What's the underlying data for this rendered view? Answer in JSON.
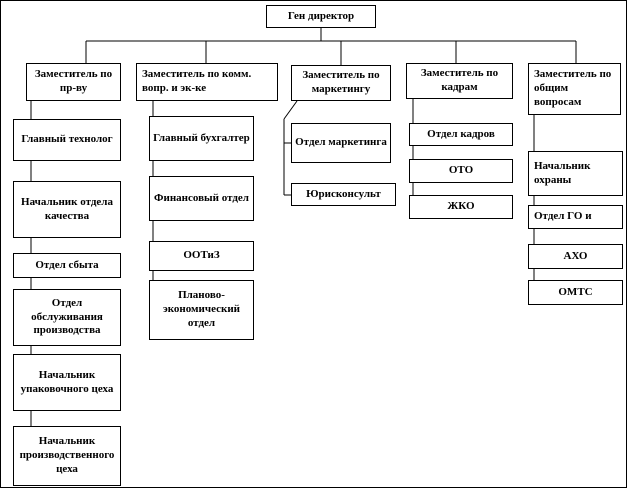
{
  "colors": {
    "background": "#ffffff",
    "box_fill": "#ffffff",
    "box_border": "#000000",
    "line_color": "#000000",
    "text_color": "#000000"
  },
  "chart_data": {
    "type": "org-chart",
    "title": "",
    "root": "Ген директор",
    "branches": [
      {
        "head": "Заместитель по пр-ву",
        "children": [
          "Главный технолог",
          "Начальник отдела качества",
          "Отдел сбыта",
          "Отдел обслуживания производства",
          "Начальник упаковочного цеха",
          "Начальник производственного цеха"
        ]
      },
      {
        "head": "Заместитель по комм. вопр. и эк-ке",
        "children": [
          "Главный бухгалтер",
          "Финансовый отдел",
          "ООТиЗ",
          "Планово-экономический отдел"
        ]
      },
      {
        "head": "Заместитель по маркетингу",
        "children": [
          "Отдел маркетинга",
          "Юрисконсульт"
        ]
      },
      {
        "head": "Заместитель по кадрам",
        "children": [
          "Отдел кадров",
          "ОТО",
          "ЖКО"
        ]
      },
      {
        "head": "Заместитель по общим вопросам",
        "children": [
          "Начальник охраны",
          "Отдел ГО и",
          "АХО",
          "ОМТС"
        ]
      }
    ]
  }
}
